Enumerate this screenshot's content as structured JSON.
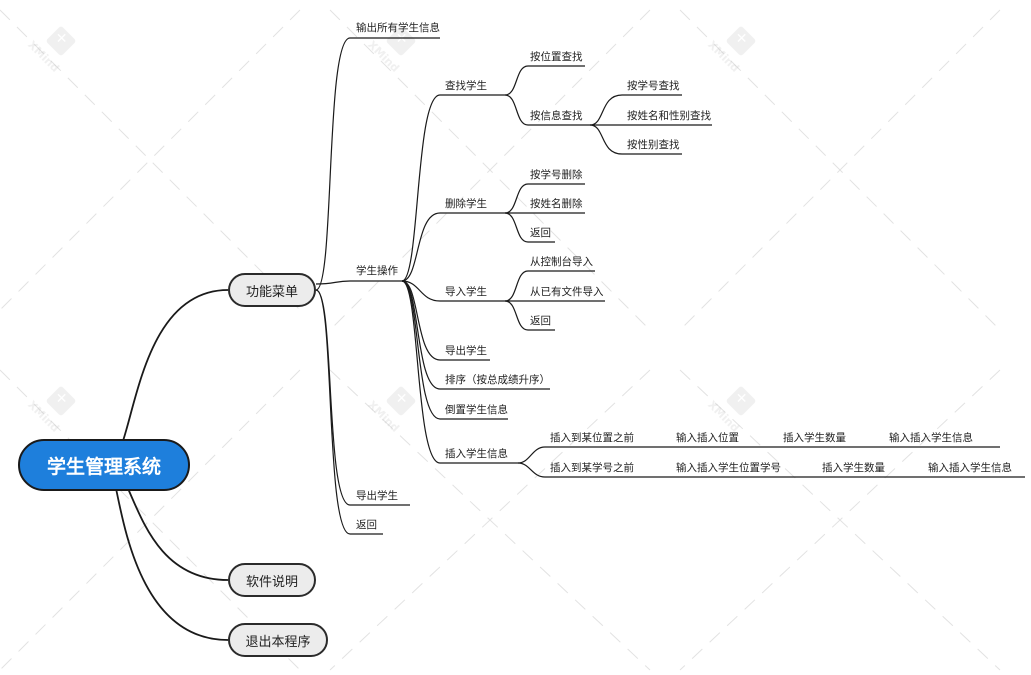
{
  "root": {
    "label": "学生管理系统"
  },
  "branches": {
    "menu": {
      "label": "功能菜单",
      "output_all": "输出所有学生信息",
      "student_ops": {
        "label": "学生操作",
        "find": {
          "label": "查找学生",
          "by_position": "按位置查找",
          "by_info": {
            "label": "按信息查找",
            "by_id": "按学号查找",
            "by_name_gender": "按姓名和性别查找",
            "by_gender": "按性别查找"
          }
        },
        "delete": {
          "label": "删除学生",
          "by_id": "按学号删除",
          "by_name": "按姓名删除",
          "back": "返回"
        },
        "import": {
          "label": "导入学生",
          "from_console": "从控制台导入",
          "from_file": "从已有文件导入",
          "back": "返回"
        },
        "export": "导出学生",
        "sort": "排序（按总成绩升序）",
        "reverse": "倒置学生信息",
        "insert": {
          "label": "插入学生信息",
          "before_position": {
            "label": "插入到某位置之前",
            "step1": "输入插入位置",
            "step2": "插入学生数量",
            "step3": "输入插入学生信息"
          },
          "before_id": {
            "label": "插入到某学号之前",
            "step1": "输入插入学生位置学号",
            "step2": "插入学生数量",
            "step3": "输入插入学生信息"
          }
        }
      },
      "export": "导出学生",
      "back": "返回"
    },
    "about": {
      "label": "软件说明"
    },
    "quit": {
      "label": "退出本程序"
    }
  },
  "watermark": {
    "text": "XMind"
  },
  "colors": {
    "root_fill": "#1e7fdc",
    "node_fill": "#ececec",
    "line": "#1a1a1a"
  }
}
